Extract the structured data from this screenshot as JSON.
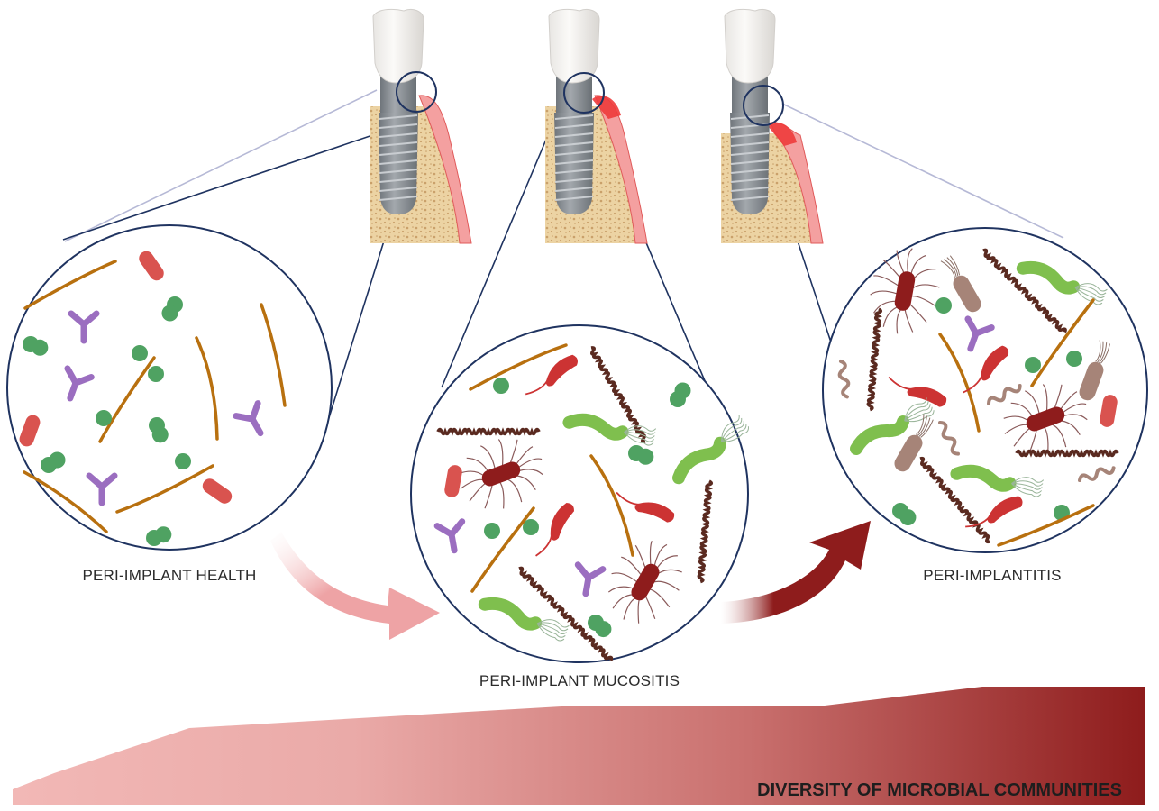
{
  "figure": {
    "stages": [
      {
        "id": "health",
        "label": "PERI-IMPLANT HEALTH",
        "gingiva_state": "healthy"
      },
      {
        "id": "mucositis",
        "label": "PERI-IMPLANT MUCOSITIS",
        "gingiva_state": "inflamed"
      },
      {
        "id": "peri-implantitis",
        "label": "PERI-IMPLANTITIS",
        "gingiva_state": "inflamed with bone loss"
      }
    ],
    "diversity_bar": {
      "label": "DIVERSITY OF MICROBIAL COMMUNITIES",
      "gradient_start": "#f2b8b6",
      "gradient_end": "#8e1c1c"
    },
    "arrows": [
      {
        "from": "health",
        "to": "mucositis",
        "color": "#eea3a5"
      },
      {
        "from": "mucositis",
        "to": "peri-implantitis",
        "color": "#8e1c1c"
      }
    ],
    "colors": {
      "outline": "#1f3360",
      "filament": "#b8700f",
      "coccus": "#4fa262",
      "rod_pink": "#d9534f",
      "y_shape": "#9b6ec0",
      "spirochete": "#5a2a20",
      "rod_dark": "#8e1c1c",
      "vibrio": "#cc3333",
      "helico": "#7fbf4e",
      "rod_brown": "#a68478",
      "gingiva": "#f4a0a0",
      "gingiva_inflamed": "#ee3b3b",
      "bone": "#ecd3a3",
      "implant": "#8c9196",
      "crown": "#f3f1ef"
    }
  }
}
